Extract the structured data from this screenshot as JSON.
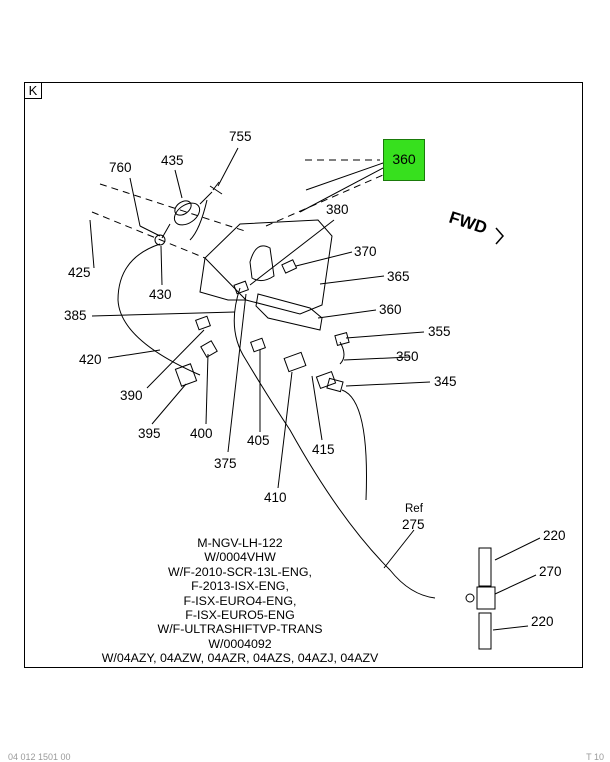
{
  "panel_tag": "K",
  "highlight_label": "360",
  "fwd_label": "FWD",
  "callouts": {
    "c755": "755",
    "c760": "760",
    "c435": "435",
    "c380": "380",
    "c370": "370",
    "c365": "365",
    "c360": "360",
    "c425": "425",
    "c430": "430",
    "c385": "385",
    "c355": "355",
    "c350": "350",
    "c420": "420",
    "c345": "345",
    "c390": "390",
    "c395": "395",
    "c400": "400",
    "c405": "405",
    "c415": "415",
    "c375": "375",
    "c410": "410",
    "ref": "Ref",
    "c275": "275",
    "c220a": "220",
    "c270": "270",
    "c220b": "220"
  },
  "notes": [
    "M-NGV-LH-122",
    "W/0004VHW",
    "W/F-2010-SCR-13L-ENG,",
    "F-2013-ISX-ENG,",
    "F-ISX-EURO4-ENG,",
    "F-ISX-EURO5-ENG",
    "W/F-ULTRASHIFTVP-TRANS",
    "W/0004092",
    "W/04AZY, 04AZW, 04AZR, 04AZS, 04AZJ, 04AZV"
  ],
  "footer": {
    "left": "04 012 1501 00",
    "right": "T 10"
  }
}
